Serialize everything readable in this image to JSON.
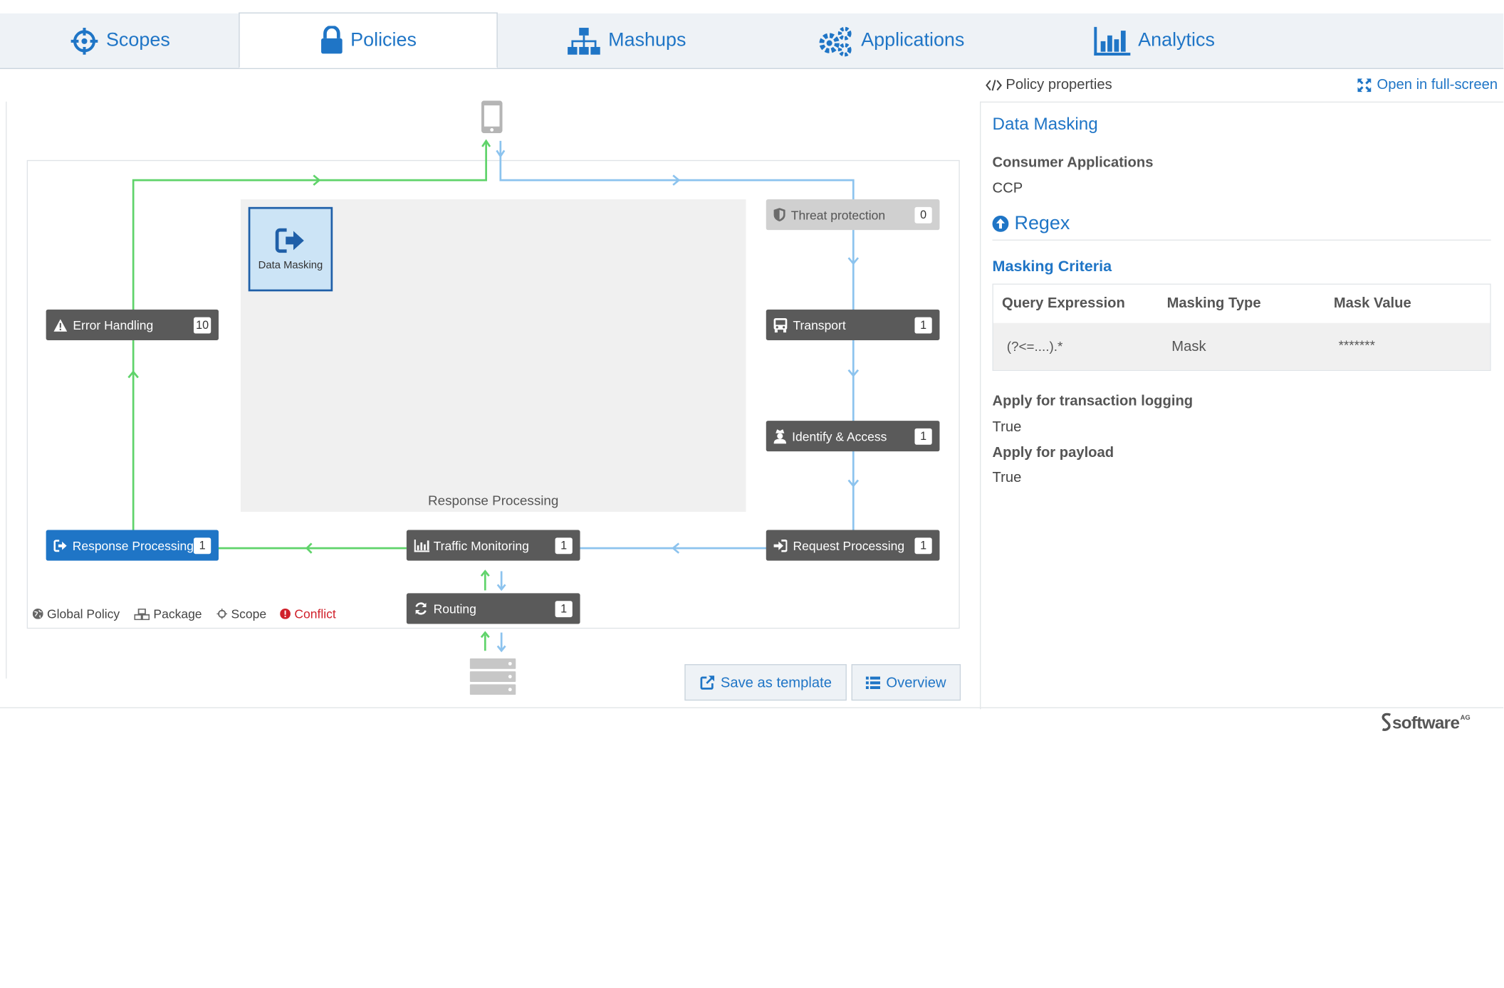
{
  "tabs": [
    {
      "label": "Scopes",
      "icon": "crosshair-icon"
    },
    {
      "label": "Policies",
      "icon": "lock-icon",
      "active": true
    },
    {
      "label": "Mashups",
      "icon": "sitemap-icon"
    },
    {
      "label": "Applications",
      "icon": "gears-icon"
    },
    {
      "label": "Analytics",
      "icon": "bar-chart-icon"
    }
  ],
  "flow": {
    "inner_label": "Response Processing",
    "selected_policy": "Data Masking",
    "stages": {
      "threat_protection": {
        "label": "Threat protection",
        "count": "0"
      },
      "transport": {
        "label": "Transport",
        "count": "1"
      },
      "identify_access": {
        "label": "Identify & Access",
        "count": "1"
      },
      "request_processing": {
        "label": "Request Processing",
        "count": "1"
      },
      "traffic_monitoring": {
        "label": "Traffic Monitoring",
        "count": "1"
      },
      "routing": {
        "label": "Routing",
        "count": "1"
      },
      "response_processing": {
        "label": "Response Processing",
        "count": "1"
      },
      "error_handling": {
        "label": "Error Handling",
        "count": "10"
      }
    },
    "legend": {
      "global": "Global Policy",
      "package": "Package",
      "scope": "Scope",
      "conflict": "Conflict"
    }
  },
  "buttons": {
    "save_template": "Save as template",
    "overview": "Overview"
  },
  "panel": {
    "header": "Policy properties",
    "fullscreen": "Open in full-screen",
    "policy_name": "Data Masking",
    "consumer_label": "Consumer Applications",
    "consumer_value": "CCP",
    "section_regex": "Regex",
    "masking_criteria": "Masking Criteria",
    "table": {
      "headers": [
        "Query Expression",
        "Masking Type",
        "Mask Value"
      ],
      "rows": [
        [
          "(?<=....).*",
          "Mask",
          "*******"
        ]
      ]
    },
    "logging_label": "Apply for transaction logging",
    "logging_value": "True",
    "payload_label": "Apply for payload",
    "payload_value": "True"
  },
  "brand": {
    "name": "software",
    "suffix": "AG"
  },
  "colors": {
    "accent": "#1f75c6",
    "request_flow": "#8cc3ee",
    "response_flow": "#5fd36a",
    "conflict": "#d0202a",
    "stage_bg": "#5a5a5a"
  }
}
